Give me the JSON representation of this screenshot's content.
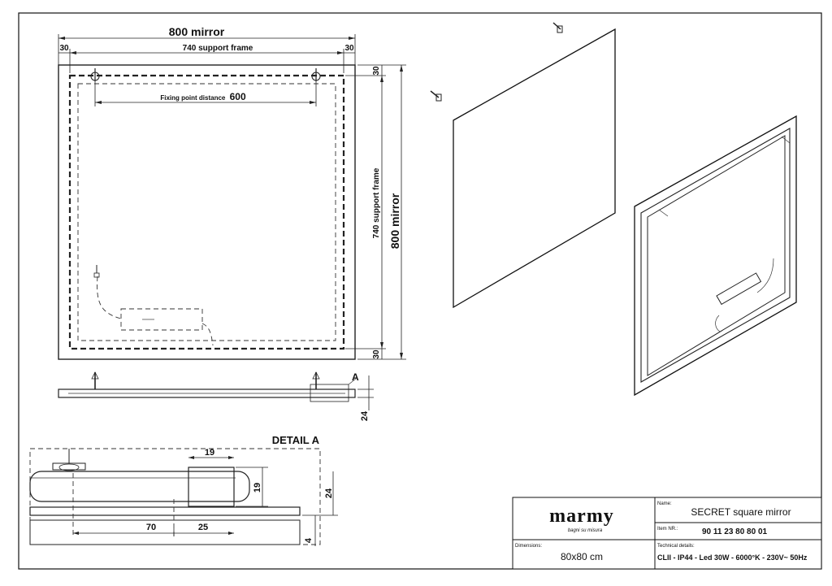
{
  "front_view": {
    "top_width_label": "800 mirror",
    "support_width_label": "740 support frame",
    "margin_left": "30",
    "margin_right": "30",
    "fixing_label": "Fixing point distance",
    "fixing_value": "600",
    "right_top_margin": "30",
    "right_bottom_margin": "30",
    "support_height_label": "740 support frame",
    "mirror_height_label": "800 mirror"
  },
  "side_view": {
    "detail_marker": "A",
    "thickness": "24"
  },
  "detail": {
    "title": "DETAIL A",
    "dim_19_top": "19",
    "dim_19_side": "19",
    "dim_24": "24",
    "dim_70": "70",
    "dim_25": "25",
    "dim_4": "4"
  },
  "title_block": {
    "logo": "marmy",
    "logo_sub": "bagni su misura",
    "name_label": "Name:",
    "name_value": "SECRET square mirror",
    "item_label": "Item NR.:",
    "item_value": "90 11 23 80 80 01",
    "dimensions_label": "Dimensions:",
    "dimensions_value": "80x80 cm",
    "tech_label": "Technical details:",
    "tech_value": "CLII - IP44 - Led 30W - 6000°K - 230V~  50Hz"
  }
}
